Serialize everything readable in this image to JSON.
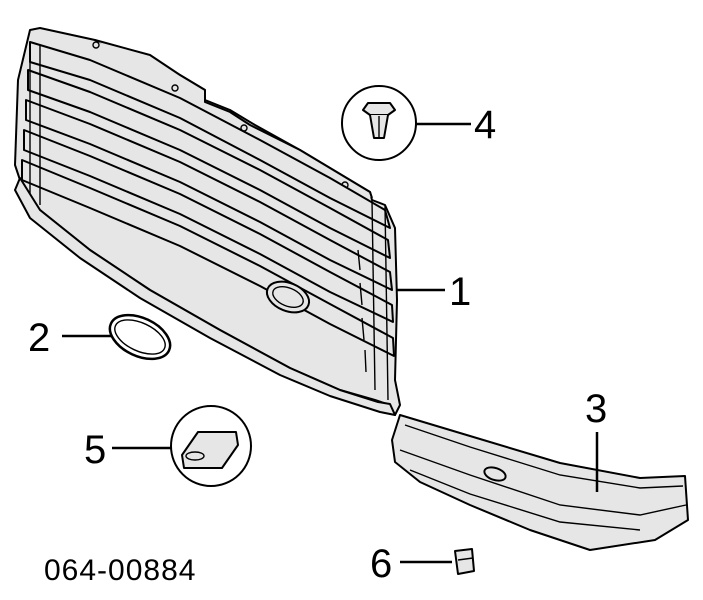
{
  "callouts": {
    "grille": "1",
    "emblem_ring": "2",
    "lower_molding": "3",
    "push_nut": "4",
    "retainer": "5",
    "clip": "6"
  },
  "diagram_code": "064-00884",
  "colors": {
    "part_fill": "#e6e6e6",
    "outline": "#000000",
    "background": "#ffffff"
  }
}
